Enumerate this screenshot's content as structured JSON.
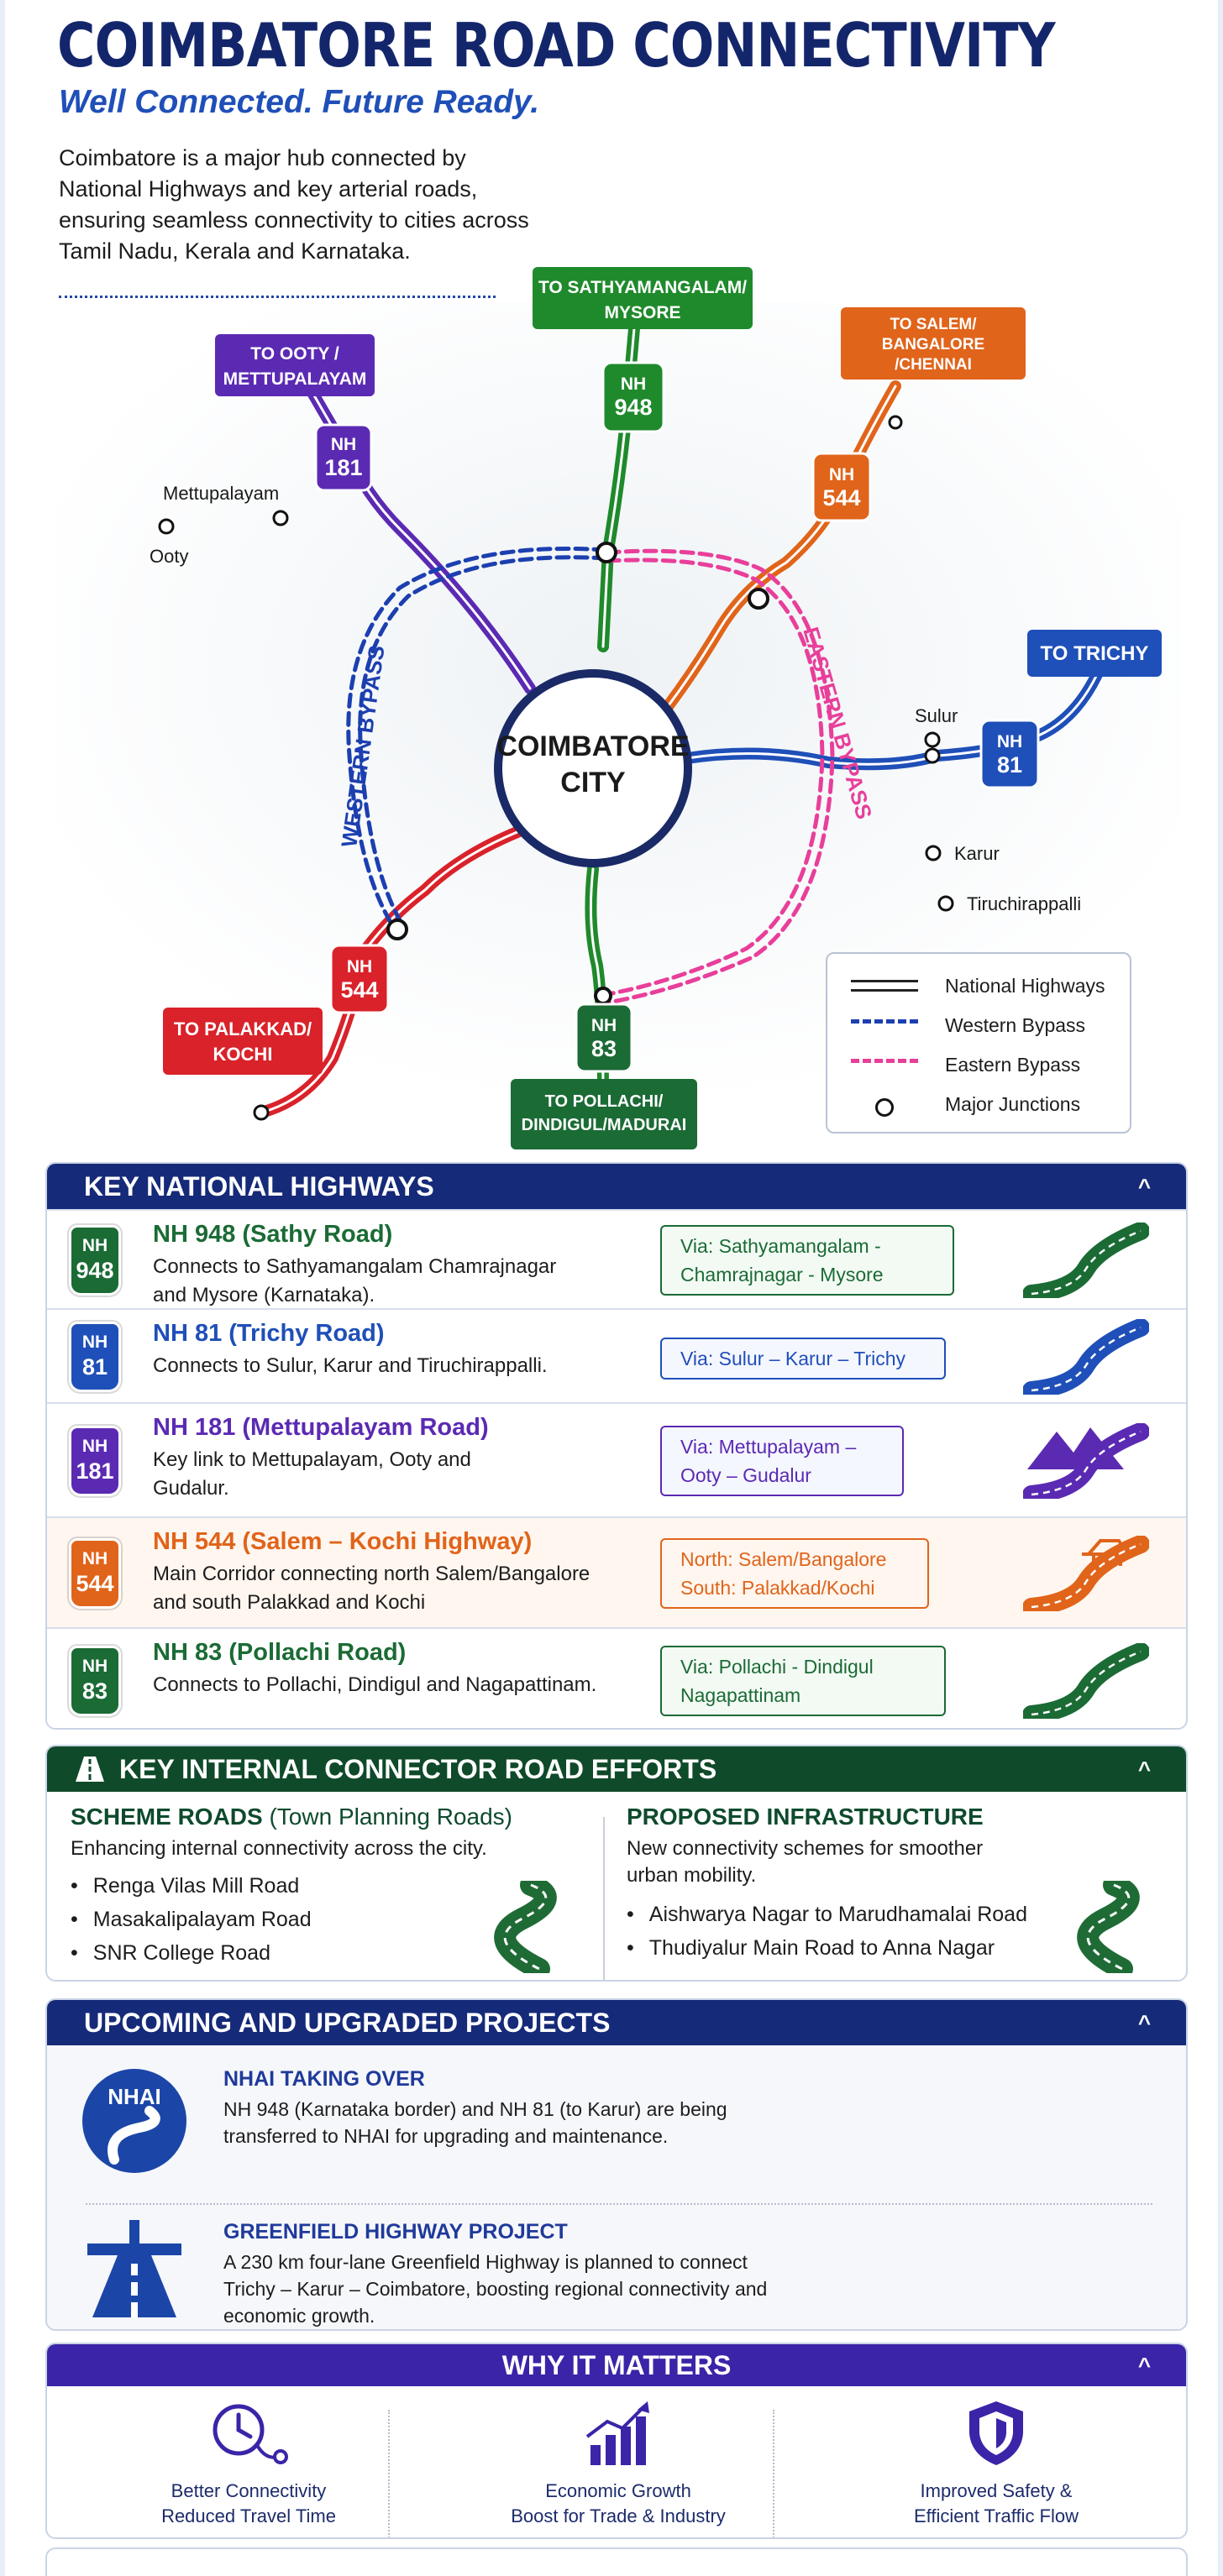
{
  "header": {
    "title": "COIMBATORE ROAD CONNECTIVITY",
    "subtitle": "Well Connected. Future Ready.",
    "intro": "Coimbatore is a major hub connected by National Highways and key arterial roads, ensuring seamless connectivity to cities across Tamil Nadu, Kerala and Karnataka."
  },
  "map": {
    "center": [
      "COIMBATORE",
      "CITY"
    ],
    "destinations": {
      "ooty": [
        "TO OOTY /",
        "METTUPALAYAM"
      ],
      "sathy": [
        "TO SATHYAMANGALAM/",
        "MYSORE"
      ],
      "salem": [
        "TO SALEM/",
        "BANGALORE",
        "/CHENNAI"
      ],
      "trichy": [
        "TO TRICHY"
      ],
      "palakkad": [
        "TO PALAKKAD/",
        "KOCHI"
      ],
      "pollachi": [
        "TO POLLACHI/",
        "DINDIGUL/MADURAI"
      ]
    },
    "shields": {
      "nh181": [
        "NH",
        "181"
      ],
      "nh948": [
        "NH",
        "948"
      ],
      "nh544_north": [
        "NH",
        "544"
      ],
      "nh81": [
        "NH",
        "81"
      ],
      "nh544_south": [
        "NH",
        "544"
      ],
      "nh83": [
        "NH",
        "83"
      ]
    },
    "bypass_labels": {
      "west": "WESTERN BYPASS",
      "east": "EASTERN BYPASS"
    },
    "towns": {
      "mettupalayam": "Mettupalayam",
      "ooty": "Ooty",
      "sulur": "Sulur",
      "karur": "Karur",
      "tiruchirappalli": "Tiruchirappalli"
    },
    "legend": {
      "national_highways": "National Highways",
      "western_bypass": "Western Bypass",
      "eastern_bypass": "Eastern Bypass",
      "major_junctions": "Major Junctions"
    },
    "colors": {
      "nh181": "#5b2ab3",
      "nh948": "#1f8a2c",
      "nh544": "#e0641a",
      "nh81": "#1f4fb8",
      "nh544_south": "#d9222a",
      "nh83": "#1f8a2c",
      "western_bypass": "#1c3fb0",
      "eastern_bypass": "#e83f9a"
    }
  },
  "key_highways": {
    "heading": "KEY NATIONAL HIGHWAYS",
    "caret": "^",
    "rows": [
      {
        "shield_top": "NH",
        "shield_num": "948",
        "name": "NH 948 (Sathy Road)",
        "desc": "Connects to Sathyamangalam Chamrajnagar and Mysore (Karnataka).",
        "via": "Via: Sathyamangalam - Chamrajnagar - Mysore",
        "color": "#1b6b35"
      },
      {
        "shield_top": "NH",
        "shield_num": "81",
        "name": "NH 81 (Trichy Road)",
        "desc": "Connects to Sulur, Karur and Tiruchirappalli.",
        "via": "Via: Sulur – Karur – Trichy",
        "color": "#1f4fb8"
      },
      {
        "shield_top": "NH",
        "shield_num": "181",
        "name": "NH 181 (Mettupalayam Road)",
        "desc": "Key link to Mettupalayam, Ooty and Gudalur.",
        "via": "Via: Mettupalayam – Ooty – Gudalur",
        "color": "#5b2ab3"
      },
      {
        "shield_top": "NH",
        "shield_num": "544",
        "name": "NH 544 (Salem – Kochi Highway)",
        "desc": "Main Corridor connecting north Salem/Bangalore and south Palakkad and Kochi",
        "via": "North: Salem/Bangalore South: Palakkad/Kochi",
        "color": "#e0641a"
      },
      {
        "shield_top": "NH",
        "shield_num": "83",
        "name": "NH 83 (Pollachi Road)",
        "desc": "Connects to Pollachi, Dindigul and Nagapattinam.",
        "via": "Via: Pollachi - Dindigul Nagapattinam",
        "color": "#1b6b35"
      }
    ]
  },
  "internal": {
    "heading": "KEY INTERNAL CONNECTOR ROAD EFFORTS",
    "caret": "^",
    "scheme_title": "SCHEME ROADS",
    "scheme_sub": "(Town Planning Roads)",
    "scheme_text": "Enhancing internal connectivity across the city.",
    "scheme_items": [
      "Renga Vilas Mill Road",
      "Masakalipalayam Road",
      "SNR College Road"
    ],
    "proposed_title": "PROPOSED INFRASTRUCTURE",
    "proposed_text": "New connectivity schemes for smoother urban mobility.",
    "proposed_items": [
      "Aishwarya Nagar to Marudhamalai Road",
      "Thudiyalur Main Road to Anna Nagar"
    ]
  },
  "projects": {
    "heading": "UPCOMING AND UPGRADED PROJECTS",
    "caret": "^",
    "nhai_badge": "NHAI",
    "nhai_title": "NHAI TAKING OVER",
    "nhai_text": "NH 948 (Karnataka border) and NH 81 (to Karur) are being transferred to NHAI for upgrading and maintenance.",
    "greenfield_title": "GREENFIELD HIGHWAY PROJECT",
    "greenfield_text": "A 230 km four-lane Greenfield Highway is planned to connect Trichy – Karur – Coimbatore, boosting regional connectivity and economic growth."
  },
  "why": {
    "heading": "WHY IT MATTERS",
    "caret": "^",
    "items": [
      {
        "icon": "clock-route-icon",
        "line1": "Better Connectivity",
        "line2": "Reduced Travel Time"
      },
      {
        "icon": "growth-chart-icon",
        "line1": "Economic Growth",
        "line2": "Boost for Trade & Industry"
      },
      {
        "icon": "shield-icon",
        "line1": "Improved Safety &",
        "line2": "Efficient Traffic Flow"
      }
    ]
  }
}
